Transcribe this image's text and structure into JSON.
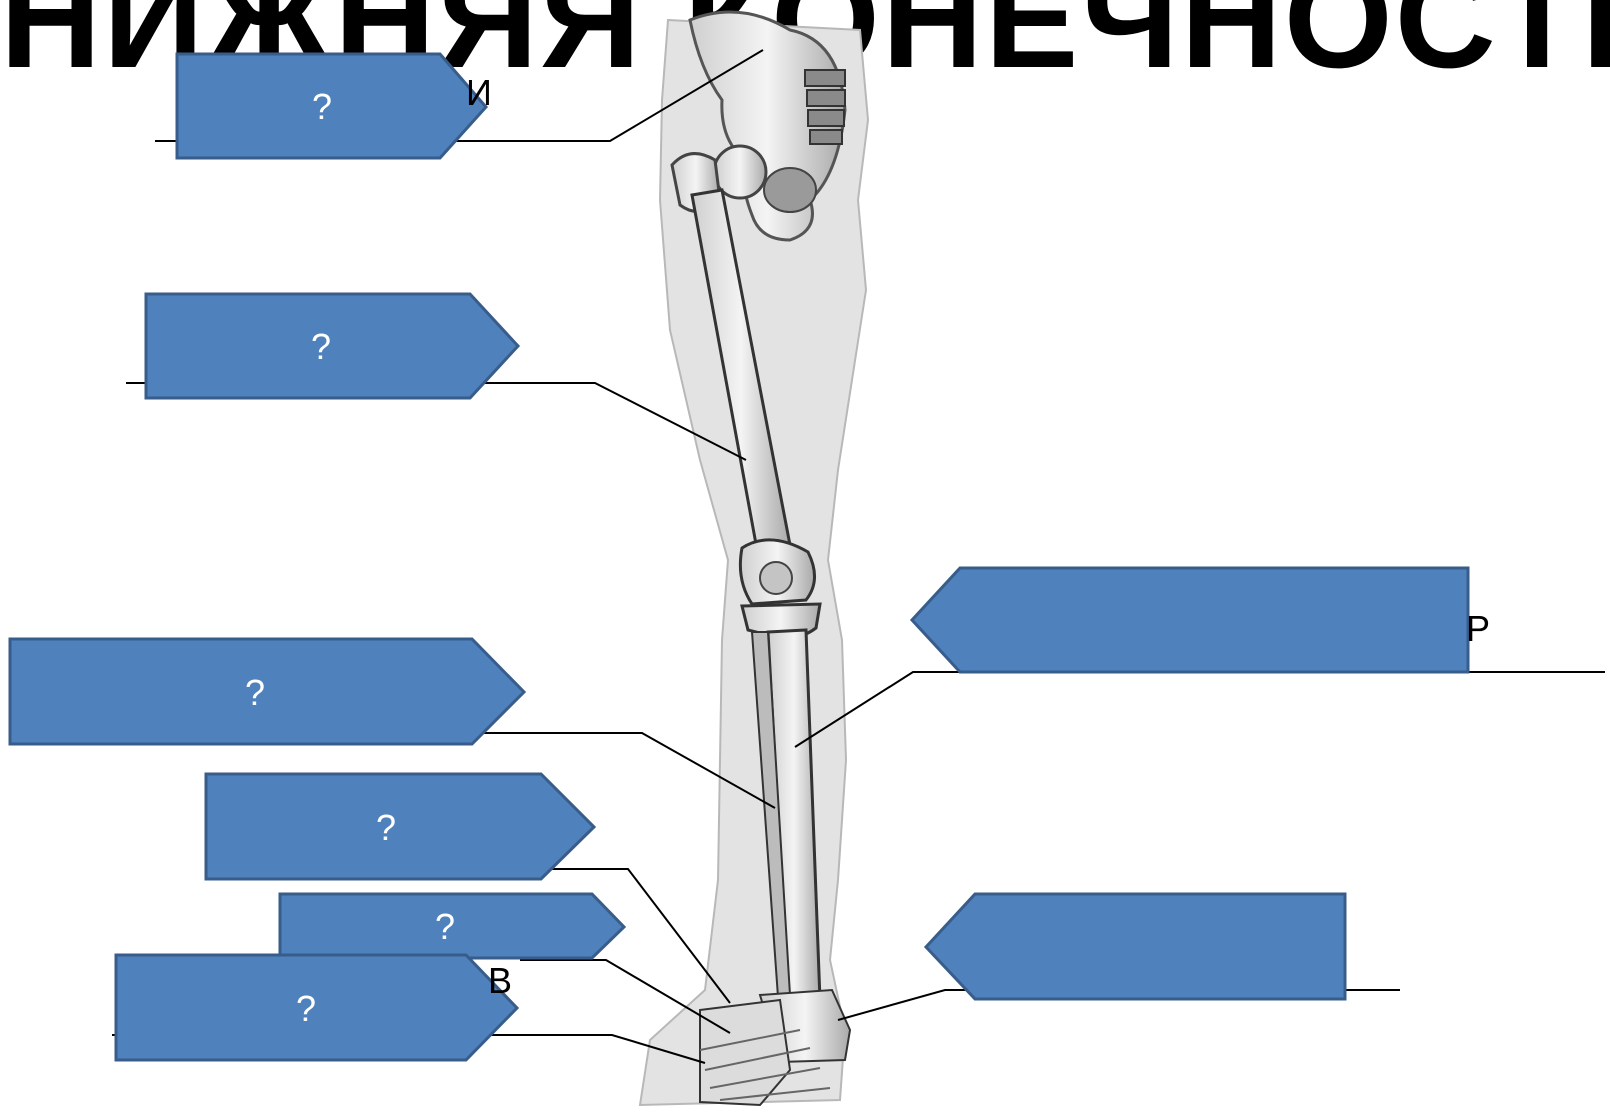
{
  "slide": {
    "title": "НИЖНЯЯ КОНЕЧНОСТЬ",
    "underlying_fragments": [
      "И",
      "Р",
      "В"
    ]
  },
  "callouts": {
    "pelvis": "?",
    "femur": "?",
    "fibula": "?",
    "tarsus": "?",
    "metatarsus": "?",
    "phalanges": "?",
    "tibia": "",
    "talus": ""
  },
  "colors": {
    "callout_fill": "#4f81bd",
    "callout_border": "#385d8a",
    "callout_text": "#ffffff",
    "leader_line": "#000000"
  },
  "icons": [
    "leg-skeleton-illustration"
  ]
}
